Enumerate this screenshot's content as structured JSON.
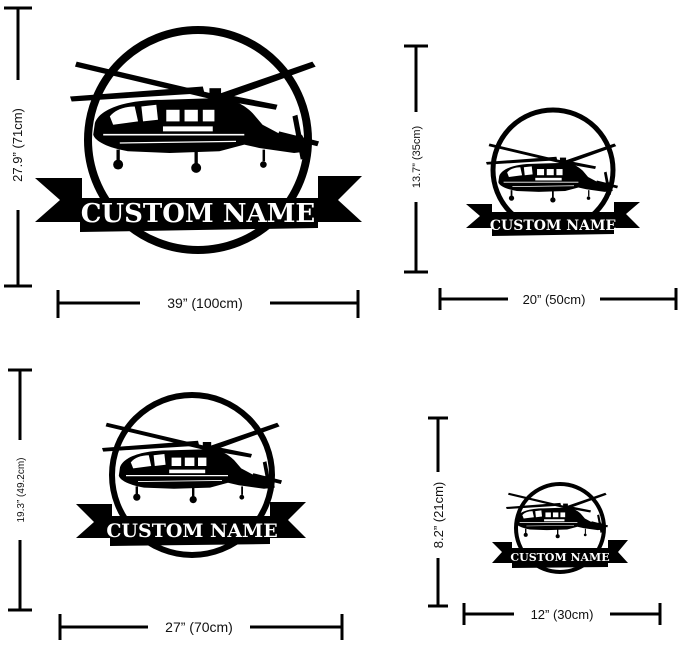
{
  "banner_text": "CUSTOM NAME",
  "ink_color": "#000000",
  "background_color": "#ffffff",
  "emblem_icon": "helicopter-icon",
  "signs": [
    {
      "id": "large",
      "width_label": "39” (100cm)",
      "height_label": "27.9” (71cm)"
    },
    {
      "id": "small",
      "width_label": "20” (50cm)",
      "height_label": "13.7” (35cm)"
    },
    {
      "id": "medium",
      "width_label": "27” (70cm)",
      "height_label": "19.3” (49.2cm)"
    },
    {
      "id": "xsmall",
      "width_label": "12” (30cm)",
      "height_label": "8.2” (21cm)"
    }
  ]
}
